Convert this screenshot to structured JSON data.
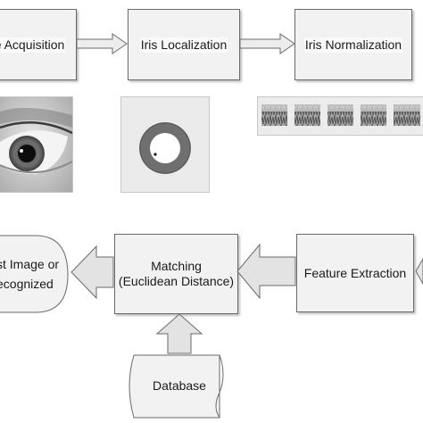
{
  "diagram": {
    "steps": {
      "image_acquisition": "e Acquisition",
      "iris_localization": "Iris Localization",
      "iris_normalization": "Iris Normalization",
      "feature_extraction": "Feature Extraction",
      "matching_line1": "Matching",
      "matching_line2": "(Euclidean Distance)",
      "result_line1": "st Image or",
      "result_line2": "ecognized",
      "database": "Database"
    },
    "images": {
      "eye": "eye-photo",
      "localized_iris": "segmented-iris-ring",
      "normalized_strips": "normalized-iris-strips"
    },
    "colors": {
      "box_fill": "#f2f2f2",
      "box_border": "#6a6a6a",
      "arrow_fill": "#e6e6e6",
      "iris_ring": "#6f6f6f"
    }
  }
}
